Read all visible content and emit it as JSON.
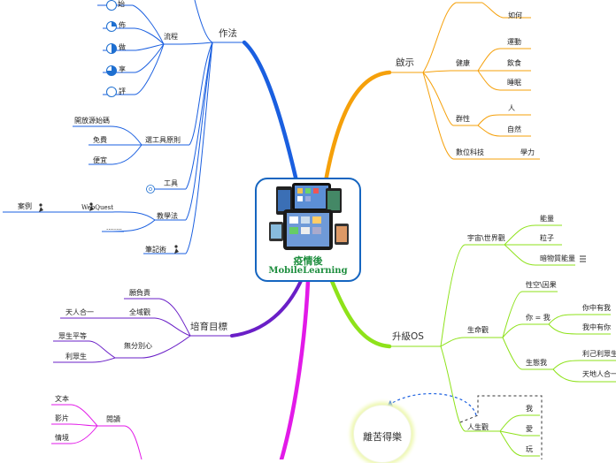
{
  "center": {
    "title": "疫情後",
    "subtitle": "MobileLearning"
  },
  "floating": {
    "label": "離苦得樂"
  },
  "branches": {
    "zuofa": {
      "label": "作法",
      "liucheng": {
        "label": "流程",
        "items": [
          "始",
          "佈",
          "做",
          "享",
          "評"
        ]
      },
      "xuan": {
        "label": "選工具原則",
        "items": [
          "開放源始碼",
          "免費",
          "便宜"
        ]
      },
      "gongju": {
        "label": "工具"
      },
      "jiaoxue": {
        "label": "教學法",
        "webquest": "WebQuest",
        "anli": "案例",
        "more": "........"
      },
      "biji": {
        "label": "筆記術"
      }
    },
    "peiyu": {
      "label": "培育目標",
      "items": [
        "願負責",
        "全域觀",
        "天人合一",
        "無分別心",
        "眾生平等",
        "利眾生"
      ]
    },
    "yuedu": {
      "label": "閱讀",
      "items": [
        "文本",
        "影片",
        "情境"
      ]
    },
    "qishi": {
      "label": "啟示",
      "top": "如何",
      "jiankang": {
        "label": "健康",
        "items": [
          "運動",
          "飲食",
          "睡眠"
        ]
      },
      "qunxing": {
        "label": "群性",
        "items": [
          "人",
          "自然"
        ]
      },
      "shuwei": {
        "label": "數位科技",
        "item": "學力"
      }
    },
    "shengji": {
      "label": "升級OS",
      "yuzhou": {
        "label": "宇宙\\世界觀",
        "items": [
          "能量",
          "粒子",
          "暗物質能量"
        ]
      },
      "shengming": {
        "label": "生命觀",
        "xingkong": "性空\\因果",
        "niwo": {
          "label": "你 = 我",
          "items": [
            "你中有我",
            "我中有你"
          ]
        },
        "shengtai": {
          "label": "生態我",
          "items": [
            "利己利眾生",
            "天地人合一"
          ]
        }
      },
      "rensheng": {
        "label": "人生觀",
        "items": [
          "我",
          "愛",
          "玩"
        ]
      }
    }
  },
  "colors": {
    "blue": "#1a5fe0",
    "orange": "#f5a00a",
    "green": "#8ee21a",
    "purple": "#6a1fc7",
    "magenta": "#e21ae8",
    "center_border": "#1565c0",
    "center_text": "#1e8e3e"
  }
}
